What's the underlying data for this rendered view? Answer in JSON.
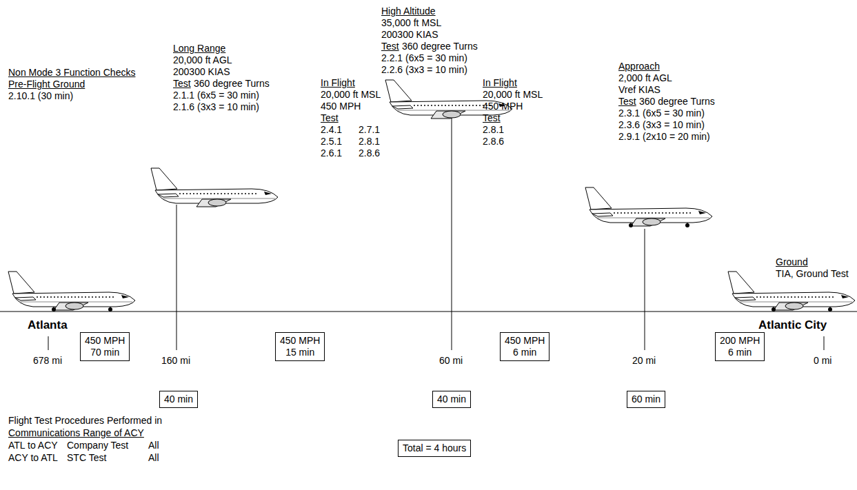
{
  "diagram": {
    "nodes": [
      {
        "text": [
          "450 MPH",
          "70 min"
        ]
      },
      {
        "text": [
          "450 MPH",
          "15 min"
        ]
      },
      {
        "text": [
          "450 MPH",
          "6 min"
        ]
      },
      {
        "text": [
          "200 MPH",
          "6 min"
        ]
      },
      {
        "text": [
          "40 min"
        ]
      },
      {
        "text": [
          "40 min"
        ]
      },
      {
        "text": [
          "60 min"
        ]
      },
      {
        "text": [
          "Total = 4 hours"
        ]
      }
    ],
    "labels": [
      "Non Mode 3 Function Checks",
      "Pre-Flight Ground",
      "2.10.1 (30 min)",
      "Long Range",
      "20,000 ft AGL",
      "200300 KIAS",
      "Test",
      "360 degree Turns",
      "2.1.1 (6x5 = 30 min)",
      "2.1.6 (3x3 = 10 min)",
      "High Altitude",
      "35,000 ft MSL",
      "200300 KIAS",
      "Test",
      "360 degree Turns",
      "2.2.1 (6x5 = 30 min)",
      "2.2.6 (3x3 = 10 min)",
      "In Flight",
      "20,000 ft MSL",
      "450 MPH",
      "Test",
      "2.4.1",
      "2.7.1",
      "2.5.1",
      "2.8.1",
      "2.6.1",
      "2.8.6",
      "In Flight",
      "20,000 ft MSL",
      "450 MPH",
      "Test",
      "2.8.1",
      "2.8.6",
      "Approach",
      "2,000 ft AGL",
      "Vref KIAS",
      "Test",
      "360 degree Turns",
      "2.3.1 (6x5 = 30 min)",
      "2.3.6 (3x3 = 10 min)",
      "2.9.1 (2x10 = 20 min)",
      "Ground",
      "TIA, Ground Test",
      "Atlanta",
      "Atlantic City",
      "678 mi",
      "160 mi",
      "60 mi",
      "20 mi",
      "0 mi",
      "Flight Test Procedures Performed in",
      "Communications Range of ACY",
      "ATL to ACY",
      "Company Test",
      "All",
      "ACY to ATL",
      "STC Test",
      "All"
    ]
  }
}
